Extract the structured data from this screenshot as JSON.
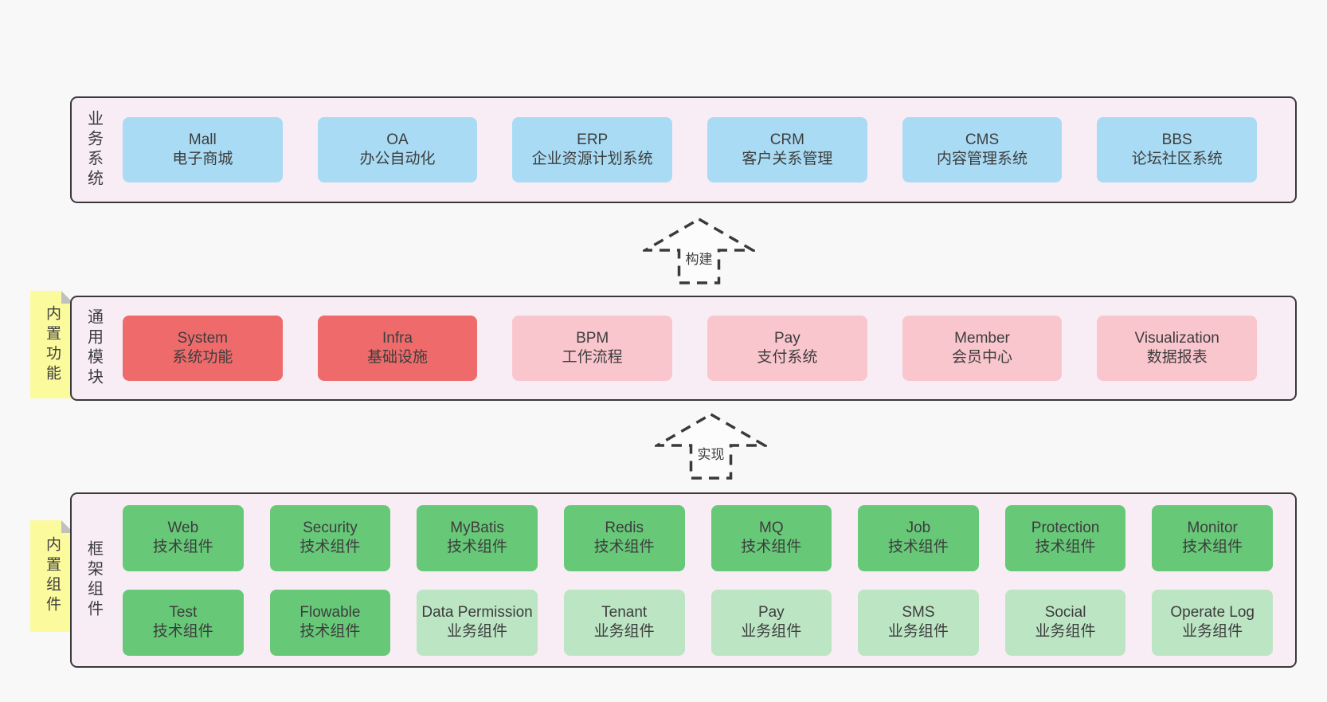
{
  "colors": {
    "canvas-bg": "#f8f8f8",
    "panel-bg": "#f8edf5",
    "panel-border": "#3a3a3a",
    "text": "#3d3d3d",
    "box-blue": "#a9dcf4",
    "box-red": "#ef6b6b",
    "box-pink": "#fac6ce",
    "box-green": "#67c878",
    "box-green-light": "#bce5c4",
    "note-yellow": "#fbfa9d",
    "note-fold": "#c0c0c0",
    "arrow-fill": "#fcfcfc"
  },
  "notes": [
    {
      "label": "内置功能"
    },
    {
      "label": "内置组件"
    }
  ],
  "arrows": [
    {
      "label": "构建"
    },
    {
      "label": "实现"
    }
  ],
  "layers": [
    {
      "label": "业务系统",
      "boxes": [
        {
          "en": "Mall",
          "zh": "电子商城",
          "type": "blue"
        },
        {
          "en": "OA",
          "zh": "办公自动化",
          "type": "blue"
        },
        {
          "en": "ERP",
          "zh": "企业资源计划系统",
          "type": "blue"
        },
        {
          "en": "CRM",
          "zh": "客户关系管理",
          "type": "blue"
        },
        {
          "en": "CMS",
          "zh": "内容管理系统",
          "type": "blue"
        },
        {
          "en": "BBS",
          "zh": "论坛社区系统",
          "type": "blue"
        }
      ]
    },
    {
      "label": "通用模块",
      "note": "内置功能",
      "boxes": [
        {
          "en": "System",
          "zh": "系统功能",
          "type": "red"
        },
        {
          "en": "Infra",
          "zh": "基础设施",
          "type": "red"
        },
        {
          "en": "BPM",
          "zh": "工作流程",
          "type": "pink"
        },
        {
          "en": "Pay",
          "zh": "支付系统",
          "type": "pink"
        },
        {
          "en": "Member",
          "zh": "会员中心",
          "type": "pink"
        },
        {
          "en": "Visualization",
          "zh": "数据报表",
          "type": "pink"
        }
      ]
    },
    {
      "label": "框架组件",
      "note": "内置组件",
      "rows": [
        [
          {
            "en": "Web",
            "zh": "技术组件",
            "type": "green"
          },
          {
            "en": "Security",
            "zh": "技术组件",
            "type": "green"
          },
          {
            "en": "MyBatis",
            "zh": "技术组件",
            "type": "green"
          },
          {
            "en": "Redis",
            "zh": "技术组件",
            "type": "green"
          },
          {
            "en": "MQ",
            "zh": "技术组件",
            "type": "green"
          },
          {
            "en": "Job",
            "zh": "技术组件",
            "type": "green"
          },
          {
            "en": "Protection",
            "zh": "技术组件",
            "type": "green"
          },
          {
            "en": "Monitor",
            "zh": "技术组件",
            "type": "green"
          }
        ],
        [
          {
            "en": "Test",
            "zh": "技术组件",
            "type": "green"
          },
          {
            "en": "Flowable",
            "zh": "技术组件",
            "type": "green"
          },
          {
            "en": "Data Permission",
            "zh": "业务组件",
            "type": "green-light"
          },
          {
            "en": "Tenant",
            "zh": "业务组件",
            "type": "green-light"
          },
          {
            "en": "Pay",
            "zh": "业务组件",
            "type": "green-light"
          },
          {
            "en": "SMS",
            "zh": "业务组件",
            "type": "green-light"
          },
          {
            "en": "Social",
            "zh": "业务组件",
            "type": "green-light"
          },
          {
            "en": "Operate Log",
            "zh": "业务组件",
            "type": "green-light"
          }
        ]
      ]
    }
  ]
}
